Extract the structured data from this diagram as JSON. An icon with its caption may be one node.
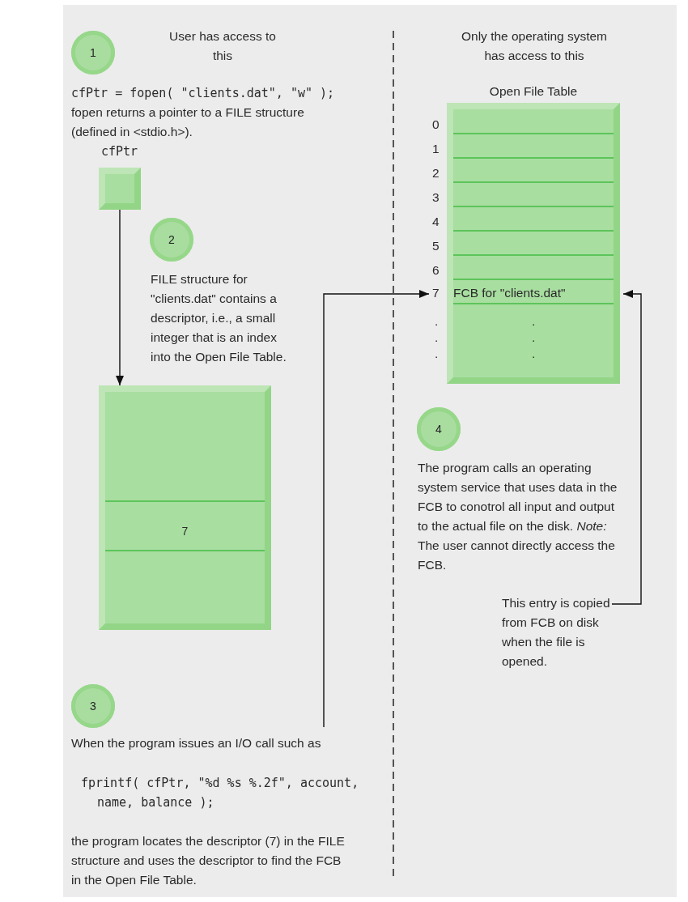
{
  "diagram": {
    "nodes": [
      {
        "text": [
          "1"
        ],
        "beside": [
          "cfPtr = fopen( \"clients.dat\", \"w\" );",
          "fopen returns a pointer to a FILE structure (defined in <stdio.h>)."
        ]
      },
      {
        "text": [
          "2"
        ],
        "beside": [
          "FILE structure for \"clients.dat\" contains a descriptor, i.e., a small integer that is an index into the Open File Table."
        ]
      },
      {
        "text": [
          "3"
        ],
        "beside": [
          "When the program issues an I/O call such as",
          "fprintf( cfPtr, \"%d %s %.2f\", account, name, balance );",
          "the program locates the descriptor (7) in the FILE structure and uses the descriptor to find the FCB in the Open File Table."
        ]
      },
      {
        "text": [
          "4"
        ],
        "beside": [
          "The program calls an operating system service that uses data in the FCB to conotrol all input and output to the actual file on the disk. *Note:* The user cannot directly access the FCB."
        ]
      },
      {
        "text": [
          "cfPtr"
        ]
      },
      {
        "text": [
          "7"
        ]
      },
      {
        "text": [
          "Open File Table"
        ]
      },
      {
        "text": [
          "FCB for \"clients.dat\""
        ],
        "beside": [
          "7"
        ],
        "in": 6
      },
      {
        "text": [
          "This entry is copied from FCB on disk when the file is opened."
        ]
      }
    ],
    "edges": [
      {
        "from": 4,
        "to": 5,
        "arrow": "to"
      },
      {
        "from": null,
        "to": 7,
        "arrow": "to"
      },
      {
        "from": 8,
        "to": 7,
        "arrow": "to"
      }
    ],
    "labels": [
      "User has access to this",
      "Only the operating system has access to this",
      "0",
      "1",
      "2",
      "3",
      "4",
      "5",
      "6",
      ".",
      ".",
      ".",
      ".",
      ".",
      "."
    ]
  }
}
